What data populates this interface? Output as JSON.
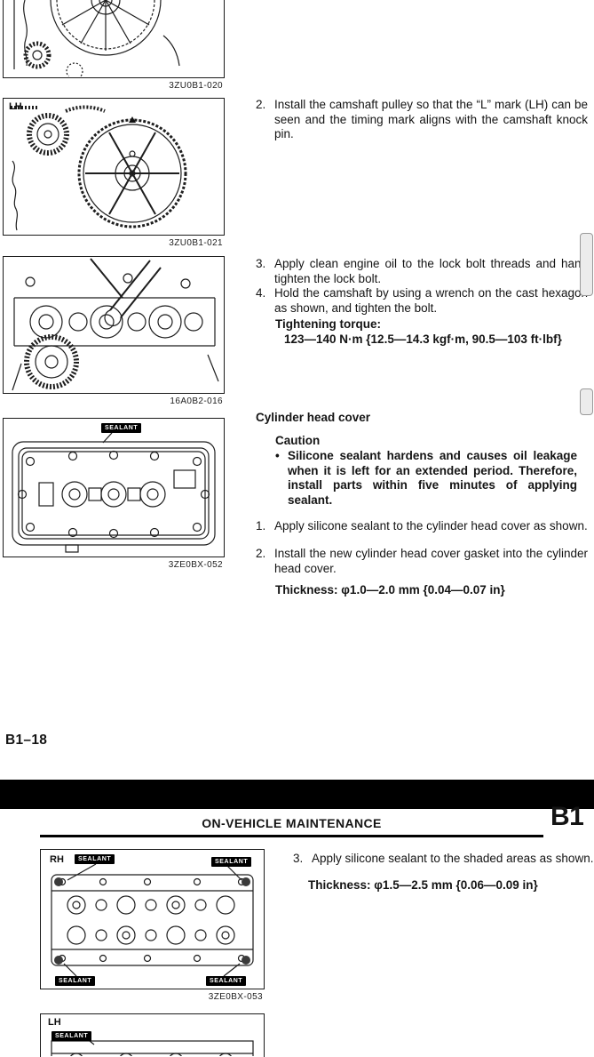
{
  "viewer": {
    "background": "#ffffff",
    "page_break_color": "#000000",
    "sealant_tag_bg": "#000000"
  },
  "page1": {
    "figures": [
      {
        "caption": "3ZU0B1-020"
      },
      {
        "label": "LH",
        "caption": "3ZU0B1-021"
      },
      {
        "caption": "16A0B2-016"
      },
      {
        "sealant_tag": "SEALANT",
        "caption": "3ZE0BX-052"
      }
    ],
    "camshaft_steps": [
      {
        "num": "2.",
        "text": "Install the camshaft pulley so that the “L” mark (LH) can be seen and the timing mark aligns with the camshaft knock pin."
      },
      {
        "num": "3.",
        "text": "Apply clean engine oil to the lock bolt threads and hand tighten the lock bolt."
      },
      {
        "num": "4.",
        "text": "Hold the camshaft by using a wrench on the cast hexagon as shown, and tighten the bolt."
      }
    ],
    "torque": {
      "label": "Tightening torque:",
      "value": "123—140 N·m {12.5—14.3 kgf·m, 90.5—103 ft·lbf}"
    },
    "section_heading": "Cylinder head cover",
    "caution": {
      "label": "Caution",
      "bullet": "•",
      "text": "Silicone sealant hardens and causes oil leakage when it is left for an extended period. Therefore, install parts within five minutes of applying sealant."
    },
    "cover_steps": [
      {
        "num": "1.",
        "text": "Apply silicone sealant to the cylinder head cover as shown."
      },
      {
        "num": "2.",
        "text": "Install the new cylinder head cover gasket into the cylinder head cover."
      }
    ],
    "thickness": "Thickness: φ1.0—2.0 mm {0.04—0.07 in}",
    "page_number": "B1–18"
  },
  "page2": {
    "header": {
      "title": "ON-VEHICLE MAINTENANCE",
      "section_code": "B1"
    },
    "figure_rh": {
      "label": "RH",
      "sealant_tag": "SEALANT",
      "caption": "3ZE0BX-053"
    },
    "step": {
      "num": "3.",
      "text": "Apply silicone sealant to the shaded areas as shown."
    },
    "thickness": "Thickness: φ1.5—2.5 mm {0.06—0.09 in}",
    "figure_lh_partial": {
      "label": "LH",
      "sealant_tag": "SEALANT"
    }
  }
}
